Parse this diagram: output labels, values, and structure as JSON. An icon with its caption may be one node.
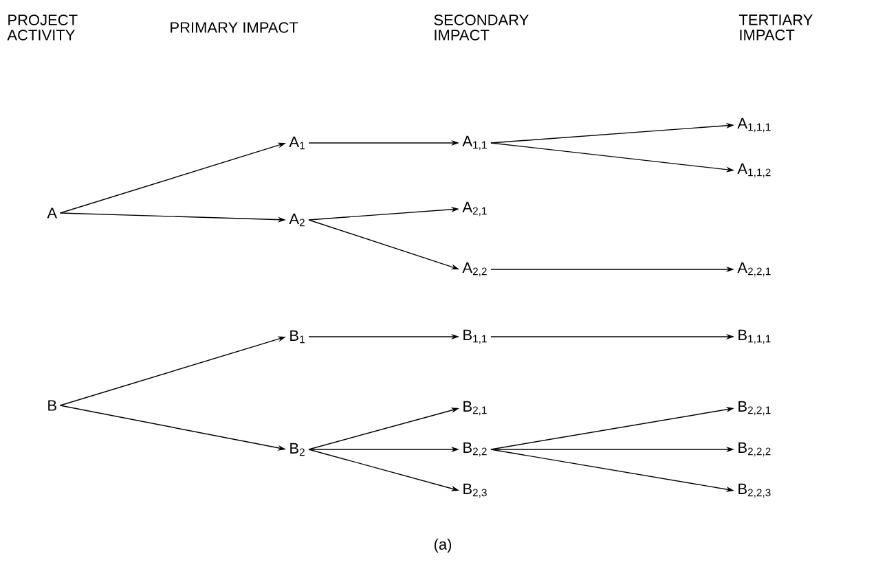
{
  "diagram": {
    "caption": "(a)",
    "nodes": [
      {
        "text": [
          "A"
        ]
      },
      {
        "text": [
          "A$_{1}$"
        ]
      },
      {
        "text": [
          "A$_{2}$"
        ]
      },
      {
        "text": [
          "A$_{1,1}$"
        ]
      },
      {
        "text": [
          "A$_{2,1}$"
        ]
      },
      {
        "text": [
          "A$_{2,2}$"
        ]
      },
      {
        "text": [
          "A$_{1,1,1}$"
        ]
      },
      {
        "text": [
          "A$_{1,1,2}$"
        ]
      },
      {
        "text": [
          "A$_{2,2,1}$"
        ]
      },
      {
        "text": [
          "B"
        ]
      },
      {
        "text": [
          "B$_{1}$"
        ]
      },
      {
        "text": [
          "B$_{2}$"
        ]
      },
      {
        "text": [
          "B$_{1,1}$"
        ]
      },
      {
        "text": [
          "B$_{2,1}$"
        ]
      },
      {
        "text": [
          "B$_{2,2}$"
        ]
      },
      {
        "text": [
          "B$_{2,3}$"
        ]
      },
      {
        "text": [
          "B$_{1,1,1}$"
        ]
      },
      {
        "text": [
          "B$_{2,2,1}$"
        ]
      },
      {
        "text": [
          "B$_{2,2,2}$"
        ]
      },
      {
        "text": [
          "B$_{2,2,3}$"
        ]
      }
    ],
    "edges": [
      {
        "from": 0,
        "to": 1,
        "arrow": "to"
      },
      {
        "from": 0,
        "to": 2,
        "arrow": "to"
      },
      {
        "from": 1,
        "to": 3,
        "arrow": "to"
      },
      {
        "from": 2,
        "to": 4,
        "arrow": "to"
      },
      {
        "from": 2,
        "to": 5,
        "arrow": "to"
      },
      {
        "from": 3,
        "to": 6,
        "arrow": "to"
      },
      {
        "from": 3,
        "to": 7,
        "arrow": "to"
      },
      {
        "from": 5,
        "to": 8,
        "arrow": "to"
      },
      {
        "from": 9,
        "to": 10,
        "arrow": "to"
      },
      {
        "from": 9,
        "to": 11,
        "arrow": "to"
      },
      {
        "from": 10,
        "to": 12,
        "arrow": "to"
      },
      {
        "from": 11,
        "to": 13,
        "arrow": "to"
      },
      {
        "from": 11,
        "to": 14,
        "arrow": "to"
      },
      {
        "from": 11,
        "to": 15,
        "arrow": "to"
      },
      {
        "from": 12,
        "to": 16,
        "arrow": "to"
      },
      {
        "from": 14,
        "to": 17,
        "arrow": "to"
      },
      {
        "from": 14,
        "to": 18,
        "arrow": "to"
      },
      {
        "from": 14,
        "to": 19,
        "arrow": "to"
      }
    ],
    "labels": [
      "PROJECT ACTIVITY",
      "PRIMARY IMPACT",
      "SECONDARY IMPACT",
      "TERTIARY IMPACT"
    ]
  }
}
